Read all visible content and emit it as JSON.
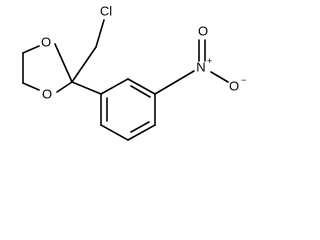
{
  "molecule": {
    "atoms": {
      "chlorine": {
        "symbol": "Cl"
      },
      "ring_oxygen_upper": {
        "symbol": "O"
      },
      "ring_oxygen_lower": {
        "symbol": "O"
      },
      "nitro_nitrogen": {
        "symbol": "N",
        "charge": "+"
      },
      "nitro_oxygen_upper": {
        "symbol": "O"
      },
      "nitro_oxygen_lower": {
        "symbol": "O",
        "charge": "−"
      }
    }
  },
  "colors": {
    "bond": "#000000",
    "label": "#000000",
    "background": "#ffffff"
  }
}
